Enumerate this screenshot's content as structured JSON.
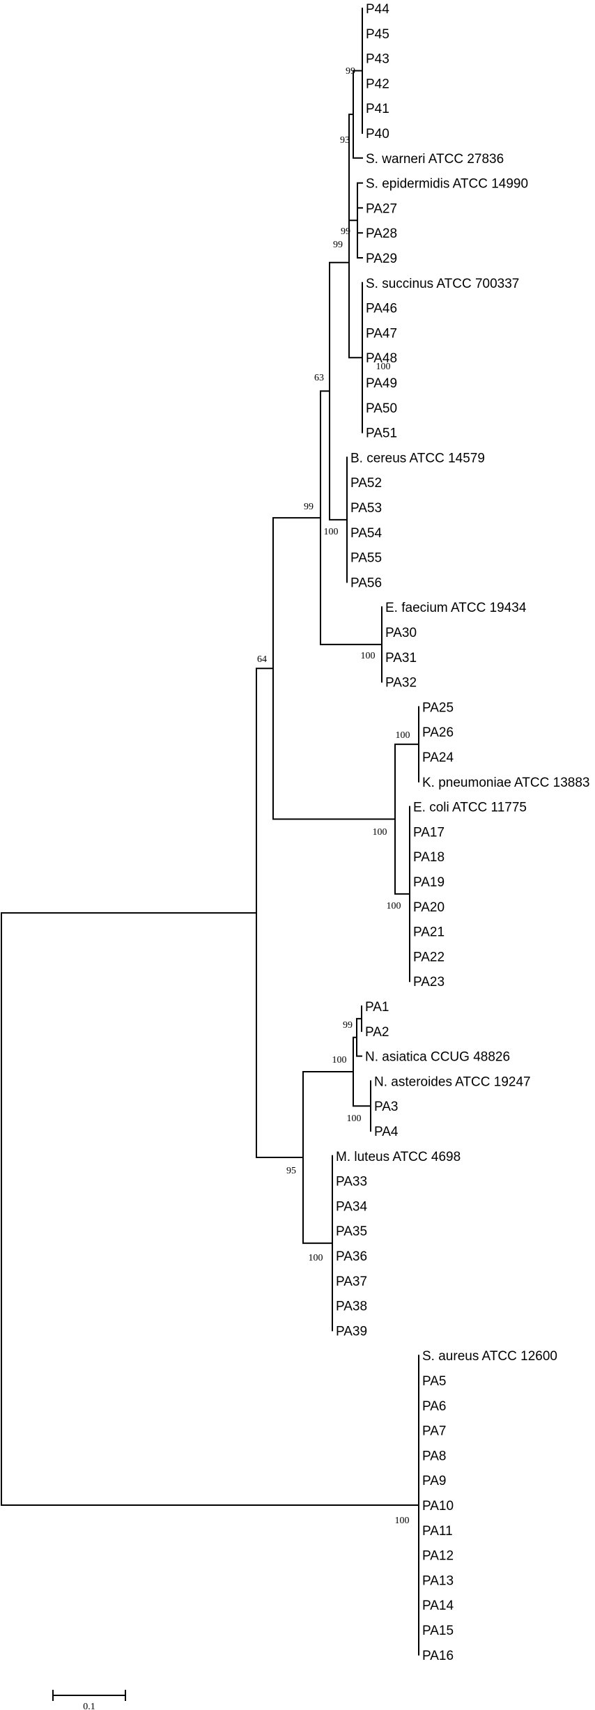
{
  "tree": {
    "leaves": [
      "P44",
      "P45",
      "P43",
      "P42",
      "P41",
      "P40",
      "S. warneri ATCC 27836",
      "S. epidermidis ATCC 14990",
      "PA27",
      "PA28",
      "PA29",
      "S. succinus ATCC 700337",
      "PA46",
      "PA47",
      "PA48",
      "PA49",
      "PA50",
      "PA51",
      "B. cereus ATCC 14579",
      "PA52",
      "PA53",
      "PA54",
      "PA55",
      "PA56",
      "E. faecium ATCC 19434",
      "PA30",
      "PA31",
      "PA32",
      "PA25",
      "PA26",
      "PA24",
      "K. pneumoniae ATCC 13883",
      "E. coli ATCC 11775",
      "PA17",
      "PA18",
      "PA19",
      "PA20",
      "PA21",
      "PA22",
      "PA23",
      "PA1",
      "PA2",
      "N. asiatica CCUG 48826",
      "N. asteroides ATCC 19247",
      "PA3",
      "PA4",
      "M. luteus ATCC 4698",
      "PA33",
      "PA34",
      "PA35",
      "PA36",
      "PA37",
      "PA38",
      "PA39",
      "S. aureus ATCC 12600",
      "PA5",
      "PA6",
      "PA7",
      "PA8",
      "PA9",
      "PA10",
      "PA11",
      "PA12",
      "PA13",
      "PA14",
      "PA15",
      "PA16"
    ],
    "bootstrap_values": [
      "99",
      "93",
      "99",
      "99",
      "100",
      "63",
      "100",
      "99",
      "100",
      "64",
      "100",
      "100",
      "100",
      "99",
      "100",
      "100",
      "95",
      "100",
      "100"
    ],
    "scale_bar_label": "0.1"
  }
}
